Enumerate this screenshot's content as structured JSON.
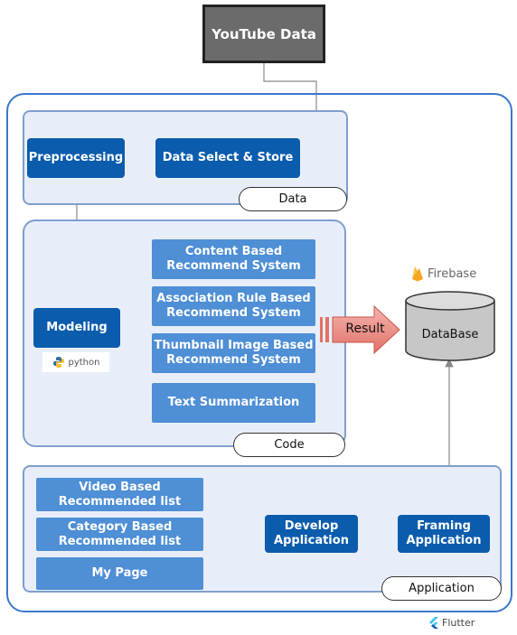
{
  "source": {
    "label": "YouTube Data"
  },
  "panels": {
    "data": {
      "tab": "Data",
      "select_store": "Data Select & Store",
      "preprocessing": "Preprocessing"
    },
    "code": {
      "tab": "Code",
      "modeling": "Modeling",
      "python_label": "python",
      "systems": [
        "Content Based\nRecommend System",
        "Association Rule Based\nRecommend System",
        "Thumbnail Image Based\nRecommend System",
        "Text Summarization"
      ]
    },
    "application": {
      "tab": "Application",
      "framing": "Framing\nApplication",
      "develop": "Develop\nApplication",
      "outputs": [
        "Video Based\nRecommended list",
        "Category Based\nRecommended list",
        "My Page"
      ]
    }
  },
  "result_label": "Result",
  "database": {
    "label": "DataBase",
    "provider": "Firebase"
  },
  "flutter_label": "Flutter",
  "colors": {
    "dark_box": "#0b5cad",
    "light_box": "#4e8fd6",
    "panel_bg": "#e8eef9",
    "outline": "#3a78c9"
  }
}
